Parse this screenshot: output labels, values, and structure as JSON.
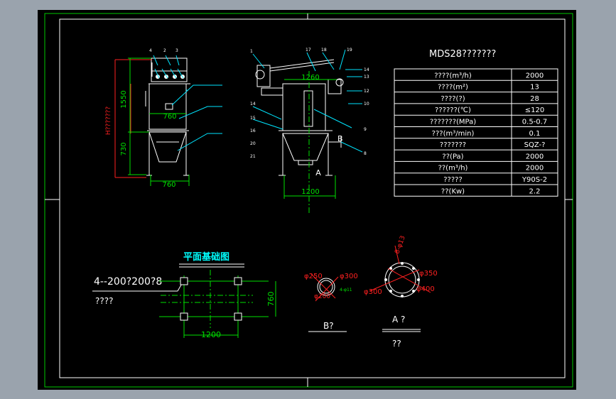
{
  "colors": {
    "background": "#9aa3ad",
    "canvas": "#000000",
    "frame": "#00c800",
    "line": "#ffffff",
    "dimension": "#00e000",
    "leader": "#00e5ff",
    "cyan_text": "#00ffff",
    "red": "#ff2020",
    "magenta": "#ff40ff",
    "yellow": "#ffff00"
  },
  "title": "MDS28???????",
  "spec_table": {
    "rows": [
      {
        "label": "????(m³/h)",
        "value": "2000"
      },
      {
        "label": "????(m²)",
        "value": "13"
      },
      {
        "label": "????(?)",
        "value": "28"
      },
      {
        "label": "??????(℃)",
        "value": "≤120"
      },
      {
        "label": "???????(MPa)",
        "value": "0.5-0.7"
      },
      {
        "label": "???(m³/min)",
        "value": "0.1"
      },
      {
        "label": "???????",
        "value": "SQZ-?"
      },
      {
        "label": "??(Pa)",
        "value": "2000"
      },
      {
        "label": "??(m³/h)",
        "value": "2000"
      },
      {
        "label": "?????",
        "value": "Y90S-2"
      },
      {
        "label": "??(Kw)",
        "value": "2.2"
      }
    ]
  },
  "side_view": {
    "dim_height_top": "1550",
    "dim_height_bottom": "730",
    "dim_width_inner": "760",
    "dim_width_base": "760",
    "vertical_note": "H???????",
    "callouts_top": [
      "4",
      "2",
      "3"
    ]
  },
  "front_view": {
    "dim_top": "1260",
    "dim_base": "1200",
    "label_a": "A",
    "label_b": "B",
    "callouts_left": [
      "1",
      "14",
      "15",
      "16",
      "20",
      "21"
    ],
    "callouts_top": [
      "17",
      "18",
      "19"
    ],
    "callouts_right": [
      "14",
      "13",
      "12",
      "10",
      "9",
      "8"
    ]
  },
  "foundation": {
    "title": "平面基础图",
    "bolt_note": "4--200?200?8",
    "sub_note": "????",
    "dim_width": "1200",
    "dim_height": "760"
  },
  "section_b": {
    "label": "B?",
    "dim_inner": "φ200",
    "dim_outer": "φ250",
    "dim_flange": "φ300",
    "holes": "4-φ11"
  },
  "section_a": {
    "label": "A ?",
    "sub_label": "??",
    "holes": "8-φ13",
    "dim_inner": "φ300",
    "dim_mid": "φ350",
    "dim_outer": "φ400"
  }
}
